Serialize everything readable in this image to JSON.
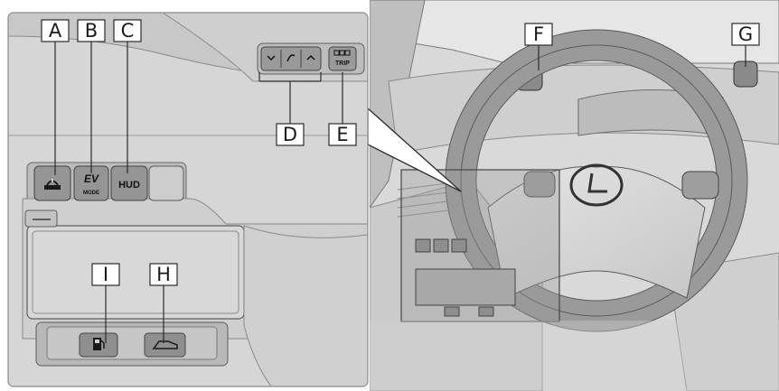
{
  "callouts": {
    "a": "A",
    "b": "B",
    "c": "C",
    "d": "D",
    "e": "E",
    "f": "F",
    "g": "G",
    "h": "H",
    "i": "I"
  },
  "buttons": {
    "ev_main": "EV",
    "ev_sub": "MODE",
    "hud": "HUD",
    "trip": "TRIP"
  },
  "icons": {
    "a": "head-up-display-height-icon",
    "d": "display-adjust-switch-icon",
    "e": "trip-odometer-icon",
    "h": "trunk-opener-icon",
    "i": "fuel-filler-door-icon"
  },
  "colors": {
    "panel": "#c9c9c9",
    "panel_dark": "#a9a9a9",
    "button": "#8f8f8f",
    "line": "#2b2b2b"
  }
}
